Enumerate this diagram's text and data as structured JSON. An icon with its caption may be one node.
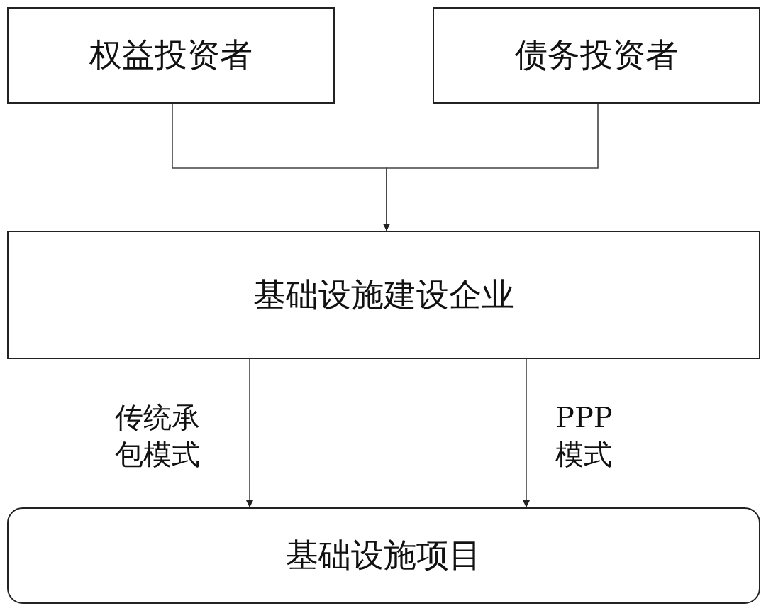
{
  "diagram": {
    "nodes": [
      {
        "text": [
          "权益投资者"
        ]
      },
      {
        "text": [
          "债务投资者"
        ]
      },
      {
        "text": [
          "基础设施建设企业"
        ]
      },
      {
        "text": [
          "基础设施项目"
        ]
      }
    ],
    "edges": [
      {
        "from": 0,
        "to": 2,
        "arrow": "to"
      },
      {
        "from": 1,
        "to": 2,
        "arrow": "to"
      },
      {
        "from": 2,
        "to": 3,
        "arrow": "to",
        "label": "传统承包模式"
      },
      {
        "from": 2,
        "to": 3,
        "arrow": "to",
        "label": "PPP模式"
      }
    ]
  }
}
